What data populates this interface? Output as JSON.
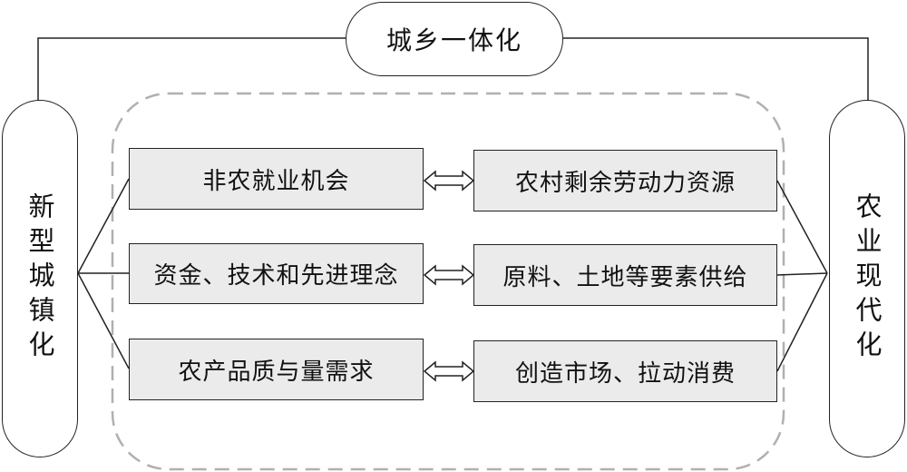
{
  "top_node": "城乡一体化",
  "left_node": "新型城镇化",
  "right_node": "农业现代化",
  "left_column": [
    "非农就业机会",
    "资金、技术和先进理念",
    "农产品质与量需求"
  ],
  "right_column": [
    "农村剩余劳动力资源",
    "原料、土地等要素供给",
    "创造市场、拉动消费"
  ],
  "colors": {
    "box_fill": "#ebebeb",
    "border": "#222222",
    "dashed_frame": "#b0b0b0"
  },
  "icons": [
    "double-arrow-icon"
  ]
}
